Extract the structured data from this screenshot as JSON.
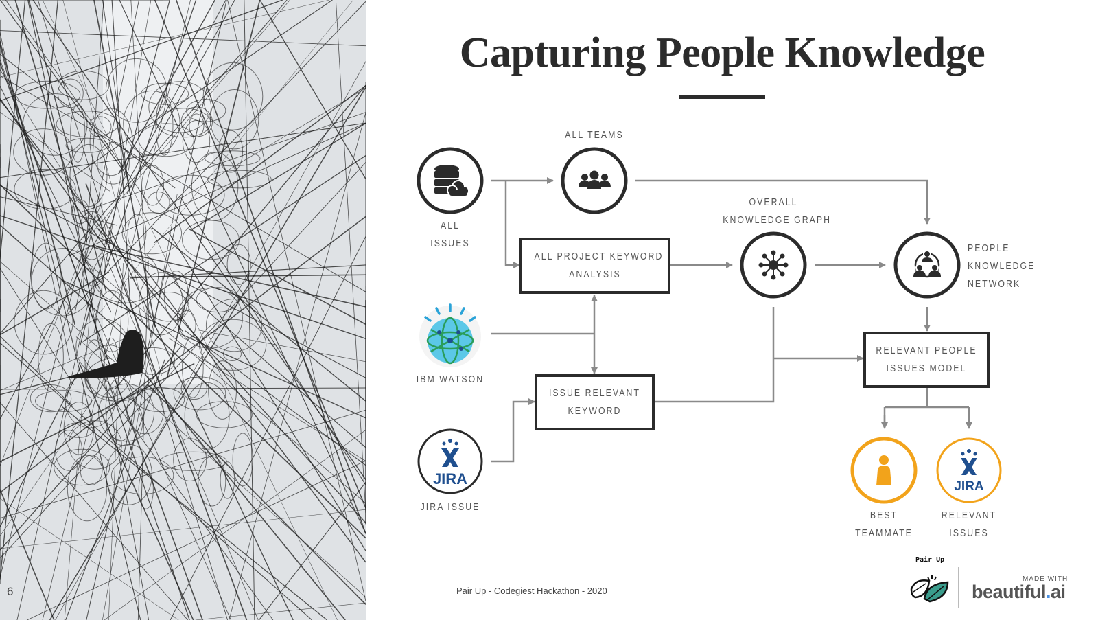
{
  "slide": {
    "title": "Capturing People Knowledge",
    "page_number": "6",
    "footer": "Pair Up - Codegiest Hackathon - 2020"
  },
  "nodes": {
    "all_issues": [
      "ALL",
      "ISSUES"
    ],
    "all_teams": "ALL TEAMS",
    "knowledge_graph": [
      "OVERALL",
      "KNOWLEDGE GRAPH"
    ],
    "people_network": [
      "PEOPLE",
      "KNOWLEDGE",
      "NETWORK"
    ],
    "ibm_watson": "IBM WATSON",
    "jira_issue": "JIRA ISSUE",
    "best_teammate": [
      "BEST",
      "TEAMMATE"
    ],
    "relevant_issues": [
      "RELEVANT",
      "ISSUES"
    ],
    "jira_logo_text": "JIRA"
  },
  "boxes": {
    "keyword_analysis": [
      "ALL PROJECT KEYWORD",
      "ANALYSIS"
    ],
    "issue_keyword": [
      "ISSUE RELEVANT",
      "KEYWORD"
    ],
    "people_model": [
      "RELEVANT PEOPLE",
      "ISSUES MODEL"
    ]
  },
  "branding": {
    "team_logo_text": "Pair Up",
    "made_with": "MADE WITH",
    "brand": "beautiful",
    "brand_dot": ".",
    "brand_suffix": "ai"
  },
  "colors": {
    "dark": "#2b2b2b",
    "arrow": "#8a8a8a",
    "orange": "#f2a31b",
    "jira": "#1f4f8f",
    "teal": "#3a9c8c"
  }
}
